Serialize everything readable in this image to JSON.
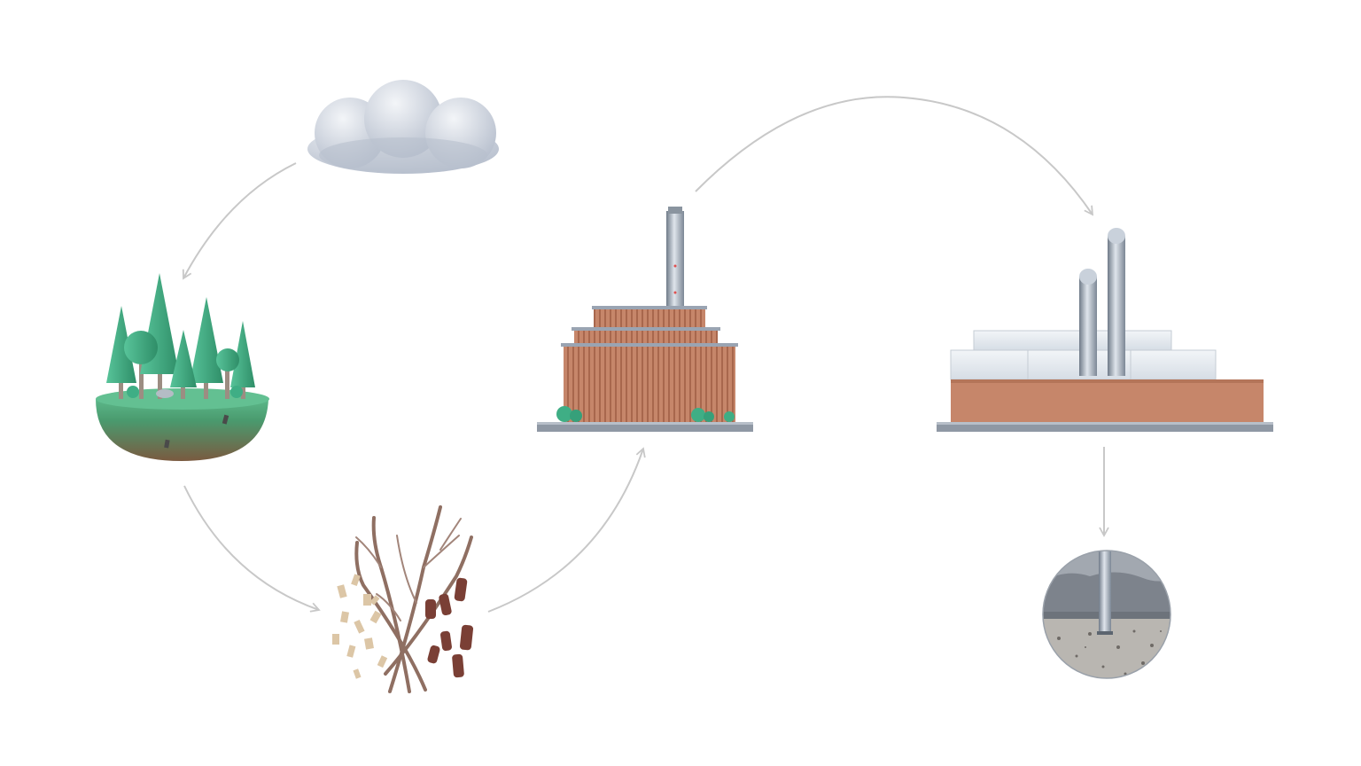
{
  "diagram": {
    "nodes": [
      {
        "id": "cloud",
        "icon": "cloud-icon"
      },
      {
        "id": "forest",
        "icon": "forest-island-icon"
      },
      {
        "id": "biomass",
        "icon": "branches-wood-chips-icon"
      },
      {
        "id": "power-plant",
        "icon": "power-plant-icon"
      },
      {
        "id": "capture-facility",
        "icon": "carbon-capture-facility-icon"
      },
      {
        "id": "underground-storage",
        "icon": "underground-storage-well-icon"
      }
    ],
    "edges": [
      {
        "from": "cloud",
        "to": "forest"
      },
      {
        "from": "forest",
        "to": "biomass"
      },
      {
        "from": "biomass",
        "to": "power-plant"
      },
      {
        "from": "power-plant",
        "to": "capture-facility"
      },
      {
        "from": "capture-facility",
        "to": "underground-storage"
      }
    ]
  },
  "colors": {
    "arrow": "#c8c8c8",
    "cloud": "#c9d0dc",
    "tree": "#3fae85",
    "ground_top": "#5cb88a",
    "ground_bottom": "#7a5a40",
    "brick": "#c6866a",
    "steel": "#9aa4b2",
    "glass": "#e6ebf0",
    "soil": "#b9b6b1",
    "wood_light": "#dcc6a6",
    "wood_dark": "#7a3f35"
  }
}
